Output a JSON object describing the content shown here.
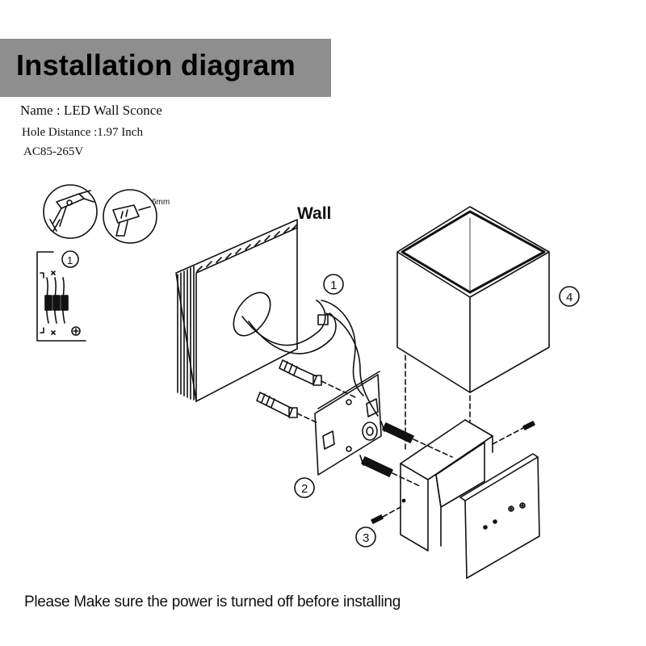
{
  "header": {
    "title": "Installation diagram"
  },
  "specs": {
    "name": "Name : LED Wall Sconce",
    "hole_distance": "Hole Distance :1.97 Inch",
    "voltage": "AC85-265V"
  },
  "labels": {
    "wall": "Wall",
    "drill_size": "6mm",
    "step1": "1",
    "step2": "2",
    "step3": "3",
    "step4": "4",
    "inset_step": "1"
  },
  "footer": {
    "notice": "Please Make sure the power is turned off before installing"
  }
}
